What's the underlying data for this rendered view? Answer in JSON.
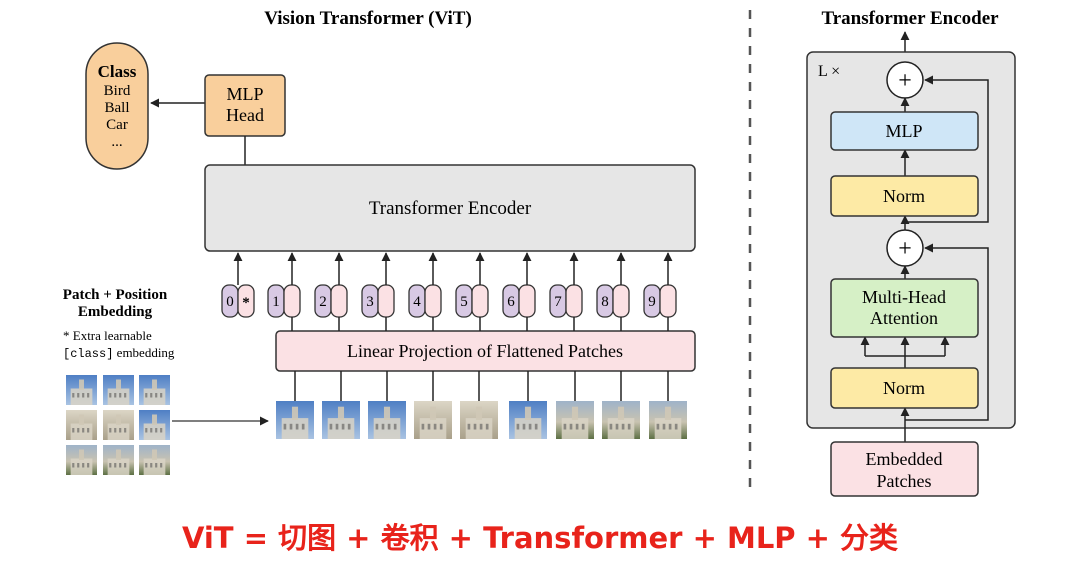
{
  "vit": {
    "title": "Vision Transformer (ViT)",
    "class_box": {
      "heading": "Class",
      "items": [
        "Bird",
        "Ball",
        "Car",
        "..."
      ]
    },
    "mlp_head": [
      "MLP",
      "Head"
    ],
    "transformer_encoder": "Transformer Encoder",
    "embedding_label": [
      "Patch + Position",
      "Embedding"
    ],
    "extra_note_line1": "* Extra learnable",
    "extra_note_mono": "[class]",
    "extra_note_rest": " embedding",
    "position_tokens": [
      "0",
      "1",
      "2",
      "3",
      "4",
      "5",
      "6",
      "7",
      "8",
      "9"
    ],
    "class_token_marker": "*",
    "linear_projection": "Linear Projection of Flattened Patches"
  },
  "encoder_detail": {
    "title": "Transformer Encoder",
    "repeat_label": "L ×",
    "mlp": "MLP",
    "norm_top": "Norm",
    "attention": [
      "Multi-Head",
      "Attention"
    ],
    "norm_bottom": "Norm",
    "plus_symbol": "+",
    "embedded_patches": [
      "Embedded",
      "Patches"
    ]
  },
  "caption": "ViT = 切图 + 卷积 + Transformer + MLP + 分类",
  "colors": {
    "mlp_head_fill": "#f9cf9c",
    "encoder_fill": "#e6e6e6",
    "linear_proj_fill": "#fbe1e4",
    "purple_token": "#d8c9e4",
    "pink_token": "#fbe1e4",
    "mlp_blue": "#cfe6f7",
    "norm_yellow": "#fdeaa5",
    "attention_green": "#d6f0c6",
    "caption_red": "#e8231b"
  }
}
